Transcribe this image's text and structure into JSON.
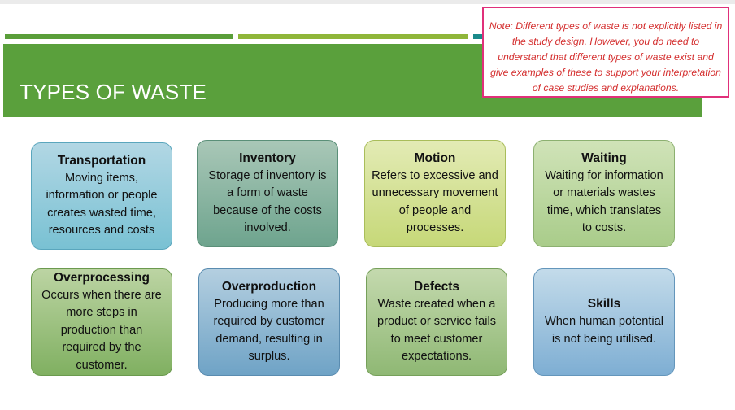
{
  "slide": {
    "title": "TYPES OF WASTE",
    "note": "Note: Different types of waste is not explicitly listed in the study design. However, you do need to understand that different types of waste exist and give examples of these to support your interpretation of case studies and explanations."
  },
  "cards": [
    {
      "title": "Transportation",
      "text": "Moving items, information or people creates wasted time, resources and costs"
    },
    {
      "title": "Inventory",
      "text": "Storage of inventory is a form of waste because of the costs involved."
    },
    {
      "title": "Motion",
      "text": "Refers to excessive and unnecessary movement of people and processes."
    },
    {
      "title": "Waiting",
      "text": "Waiting for information or materials wastes time, which translates to costs."
    },
    {
      "title": "Overprocessing",
      "text": "Occurs when there are more steps in production than required by the customer."
    },
    {
      "title": "Overproduction",
      "text": "Producing more than required by customer demand, resulting in surplus."
    },
    {
      "title": "Defects",
      "text": "Waste created when a product or service fails to meet customer expectations."
    },
    {
      "title": "Skills",
      "text": "When human potential is not being utilised."
    }
  ]
}
